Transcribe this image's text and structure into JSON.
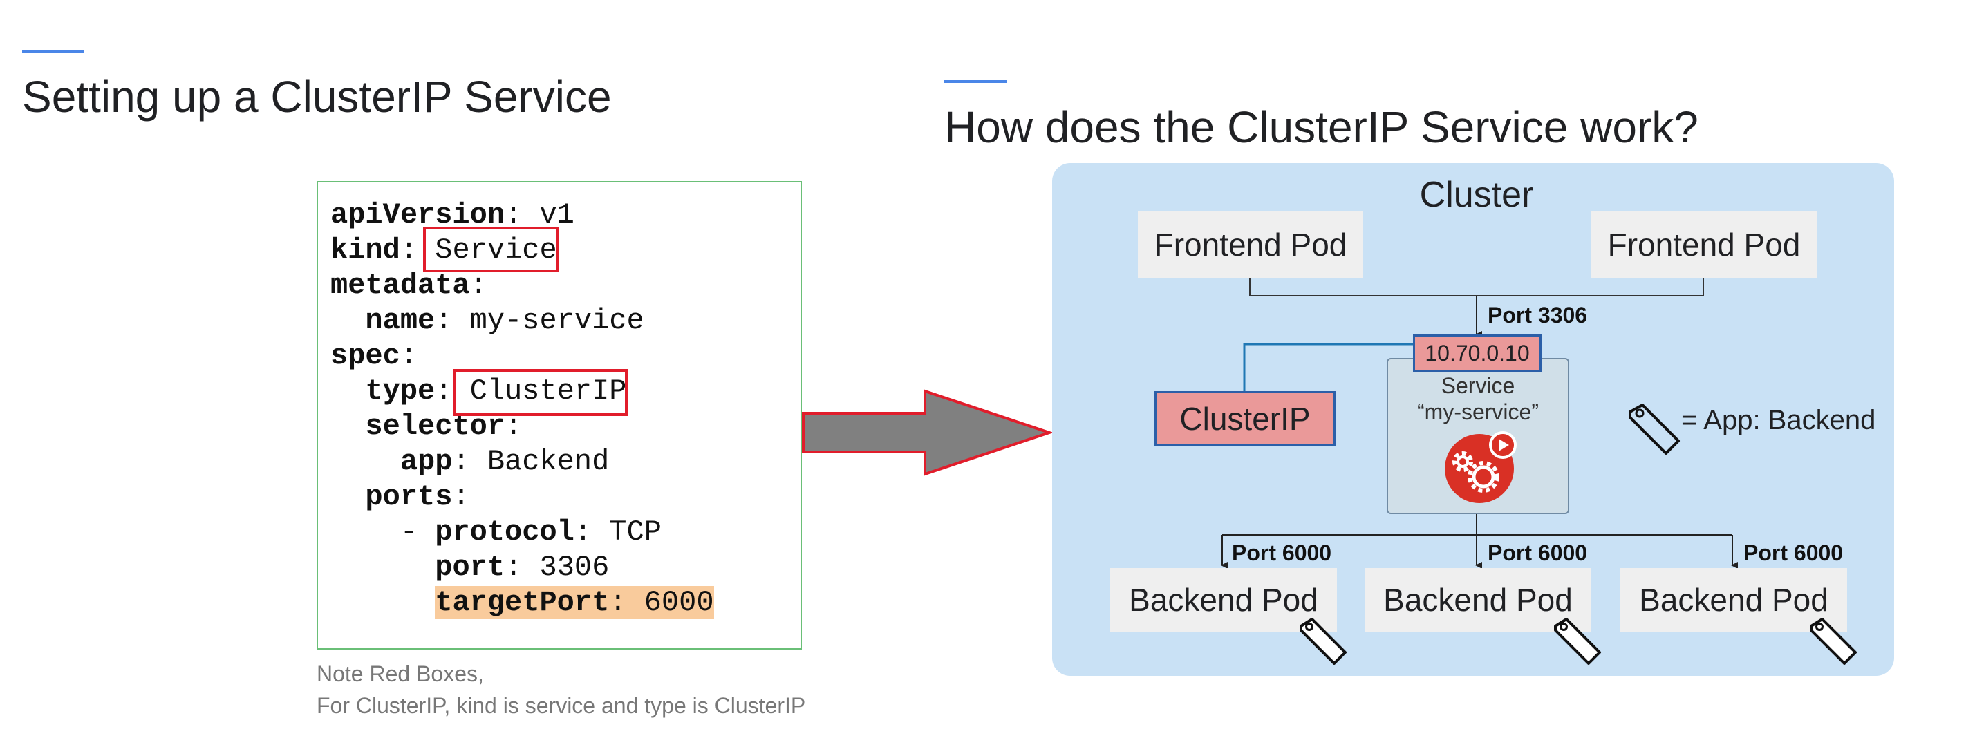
{
  "left": {
    "title": "Setting up a ClusterIP Service",
    "code": {
      "l1k": "apiVersion",
      "l1v": " v1",
      "l2k": "kind",
      "l2v": "Service",
      "l3k": "metadata",
      "l4k": "name",
      "l4v": " my-service",
      "l5k": "spec",
      "l6k": "type",
      "l6v": "ClusterIP",
      "l7k": "selector",
      "l8k": "app",
      "l8v": " Backend",
      "l9k": "ports",
      "l10k": "protocol",
      "l10v": " TCP",
      "l11k": "port",
      "l11v": " 3306",
      "l12k": "targetPort",
      "l12v": " 6000"
    },
    "note_line1": "Note Red Boxes,",
    "note_line2": "For ClusterIP, kind is service and type is ClusterIP"
  },
  "right": {
    "title": "How does the ClusterIP Service work?",
    "cluster_label": "Cluster",
    "frontend_pod_1": "Frontend Pod",
    "frontend_pod_2": "Frontend Pod",
    "port_in": "Port 3306",
    "service_ip": "10.70.0.10",
    "service_type": "ClusterIP",
    "service_label_1": "Service",
    "service_label_2": "“my-service”",
    "tag_legend": "= App: Backend",
    "port_out_1": "Port 6000",
    "port_out_2": "Port 6000",
    "port_out_3": "Port 6000",
    "backend_pod_1": "Backend Pod",
    "backend_pod_2": "Backend Pod",
    "backend_pod_3": "Backend Pod"
  },
  "colors": {
    "accent_line": "#4a86e8",
    "highlight_box": "#e11d2b",
    "target_port_highlight": "#f9cb9c",
    "cluster_bg": "#c9e1f5",
    "service_ip_bg": "#ea9999",
    "arrow_fill": "#808080"
  }
}
